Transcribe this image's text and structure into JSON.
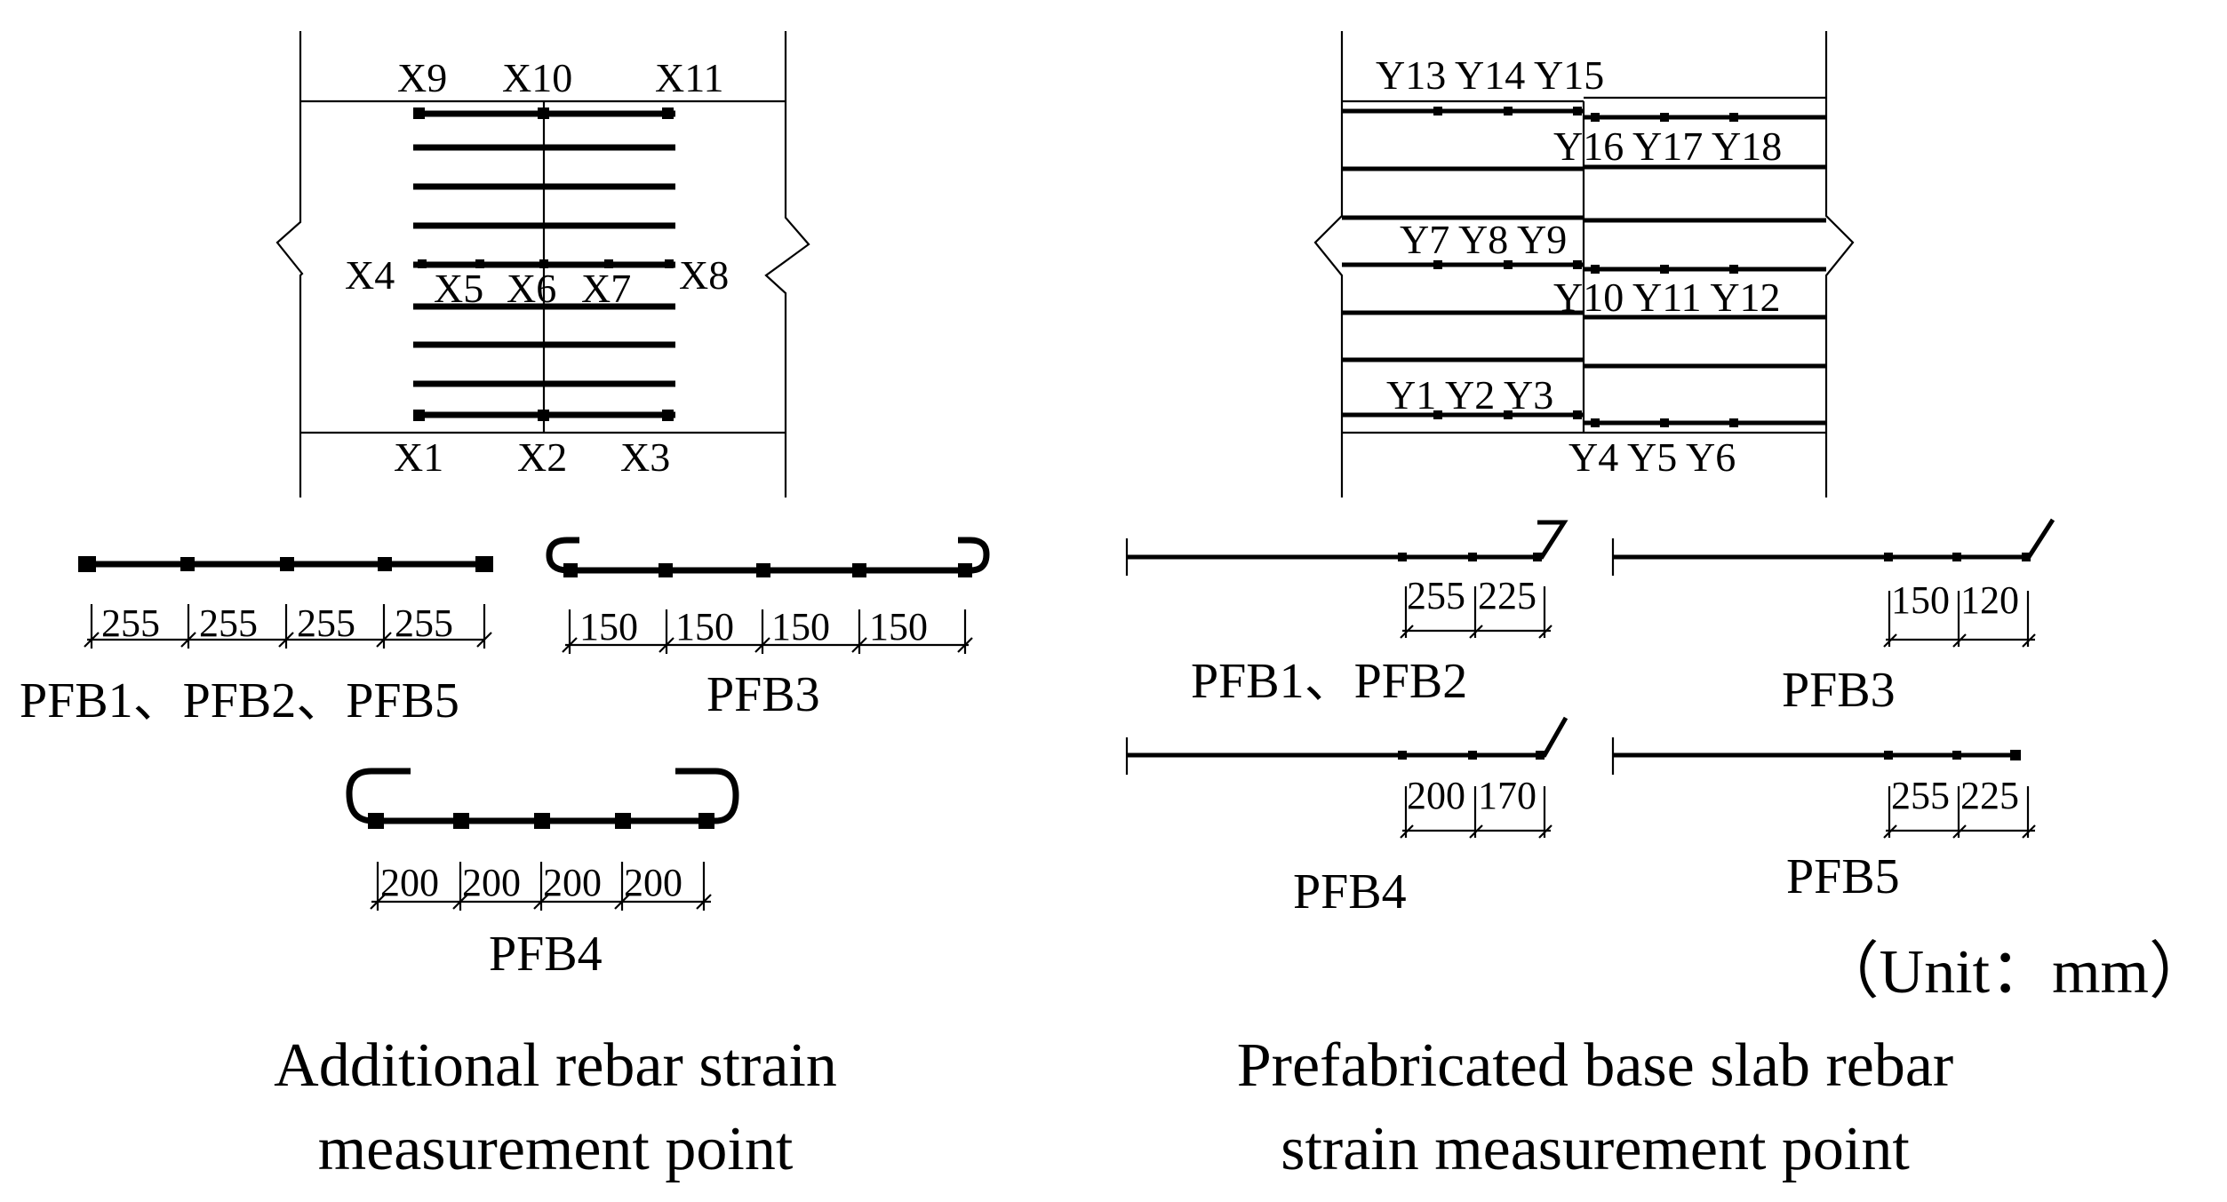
{
  "left_panel": {
    "points_top": [
      "X9",
      "X10",
      "X11"
    ],
    "points_mid_outer_left": "X4",
    "points_mid_inner": [
      "X5",
      "X6",
      "X7"
    ],
    "points_mid_outer_right": "X8",
    "points_bottom": [
      "X1",
      "X2",
      "X3"
    ],
    "details": [
      {
        "dims": [
          "255",
          "255",
          "255",
          "255"
        ],
        "label": "PFB1、PFB2、PFB5"
      },
      {
        "dims": [
          "150",
          "150",
          "150",
          "150"
        ],
        "label": "PFB3"
      },
      {
        "dims": [
          "200",
          "200",
          "200",
          "200"
        ],
        "label": "PFB4"
      }
    ],
    "caption_line1": "Additional rebar strain",
    "caption_line2": "measurement point"
  },
  "right_panel": {
    "points_top_left": "Y13 Y14 Y15",
    "points_top_right": "Y16 Y17 Y18",
    "points_mid_left": "Y7 Y8 Y9",
    "points_mid_right": "Y10 Y11 Y12",
    "points_bot_left": "Y1 Y2 Y3",
    "points_bot_right": "Y4 Y5 Y6",
    "details": [
      {
        "dims": [
          "255",
          "225"
        ],
        "label": "PFB1、PFB2"
      },
      {
        "dims": [
          "150",
          "120"
        ],
        "label": "PFB3"
      },
      {
        "dims": [
          "200",
          "170"
        ],
        "label": "PFB4"
      },
      {
        "dims": [
          "255",
          "225"
        ],
        "label": "PFB5"
      }
    ],
    "unit": "（Unit：mm）",
    "caption_line1": "Prefabricated base slab rebar",
    "caption_line2": "strain measurement point"
  }
}
